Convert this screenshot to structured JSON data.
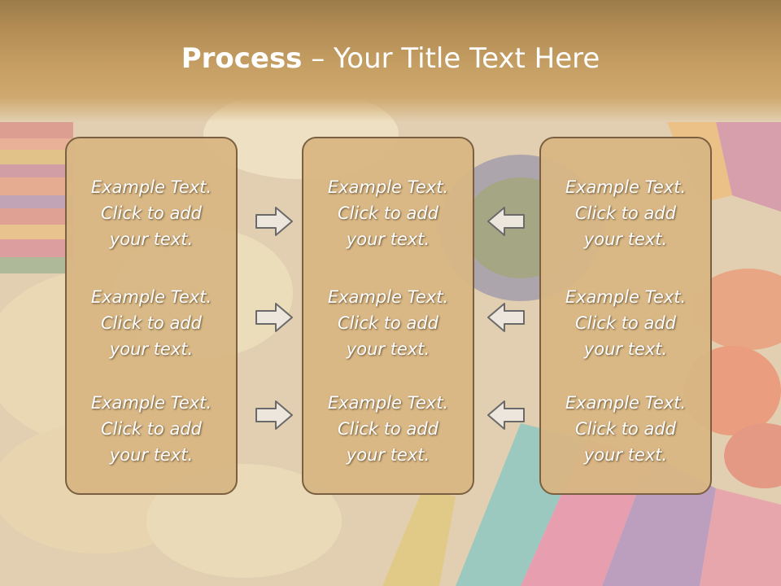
{
  "title": {
    "bold": "Process",
    "rest": " – Your Title Text Here"
  },
  "panels": [
    {
      "items": [
        [
          "Example Text.",
          "Click  to add",
          "your text."
        ],
        [
          "Example Text.",
          "Click  to add",
          "your text."
        ],
        [
          "Example Text.",
          "Click  to add",
          "your text."
        ]
      ]
    },
    {
      "items": [
        [
          "Example Text.",
          "Click  to add",
          "your text."
        ],
        [
          "Example Text.",
          "Click  to add",
          "your text."
        ],
        [
          "Example Text.",
          "Click  to add",
          "your text."
        ]
      ]
    },
    {
      "items": [
        [
          "Example Text.",
          "Click  to add",
          "your text."
        ],
        [
          "Example Text.",
          "Click  to add",
          "your text."
        ],
        [
          "Example Text.",
          "Click  to add",
          "your text."
        ]
      ]
    }
  ],
  "arrows": {
    "left_column": "right-arrow-icon",
    "right_column": "left-arrow-icon"
  },
  "colors": {
    "title_bar": "#b08a52",
    "panel_fill": "#d8b684",
    "panel_border": "#7a6040",
    "text": "#ffffff"
  }
}
